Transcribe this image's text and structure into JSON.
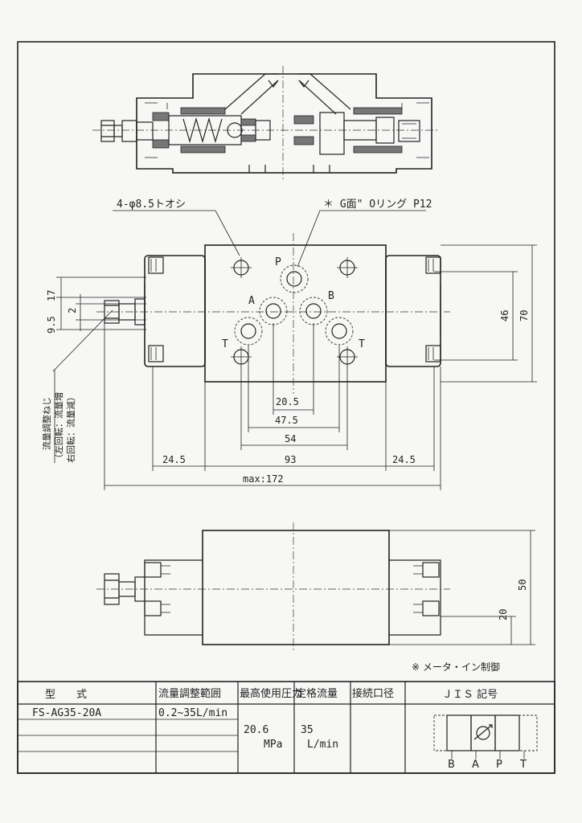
{
  "notes": {
    "holes": "4-φ8.5トオシ",
    "oring": "＊ G面\" Oリング P12",
    "meter_in": "※ メータ・イン制御",
    "adjust_screw_title": "流量調整ねじ",
    "adjust_screw_left": "（左回転：流量増",
    "adjust_screw_right": "右回転：流量減）"
  },
  "ports": {
    "p": "P",
    "a": "A",
    "b": "B",
    "t_left": "T",
    "t_right": "T"
  },
  "dims": {
    "d17": "17",
    "d9_5": "9.5",
    "d2": "2",
    "d46": "46",
    "d70": "70",
    "d20_5": "20.5",
    "d47_5": "47.5",
    "d54": "54",
    "d93": "93",
    "d24_5_left": "24.5",
    "d24_5_right": "24.5",
    "dmax": "max:172",
    "d50": "50",
    "d20": "20"
  },
  "table": {
    "headers": [
      "型　　式",
      "流量調整範囲",
      "最高使用圧力",
      "定格流量",
      "接続口径",
      "ＪＩＳ 記号"
    ],
    "model": "FS-AG35-20A",
    "flow_range": "0.2~35L/min",
    "pressure_value": "20.6",
    "pressure_unit": "MPa",
    "rated_flow_value": "35",
    "rated_flow_unit": "L/min",
    "jis_ports": [
      "B",
      "A",
      "P",
      "T"
    ]
  }
}
